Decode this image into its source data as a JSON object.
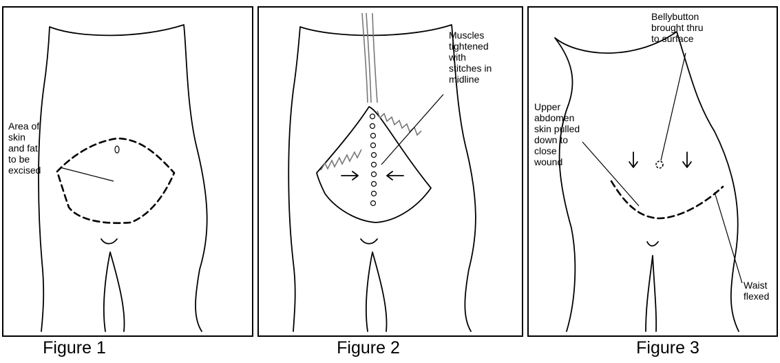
{
  "figures": [
    {
      "caption": "Figure 1",
      "label": "Area of\nskin\nand fat\nto be\nexcised"
    },
    {
      "caption": "Figure 2",
      "label": "Muscles\ntightened\nwith\nstitches in\nmidline"
    },
    {
      "caption": "Figure 3",
      "label_top": "Bellybutton\nbrought thru\nto surface",
      "label_left": "Upper\nabdomen\nskin pulled\ndown to\nclose\nwound",
      "label_right": "Waist\nflexed"
    }
  ]
}
